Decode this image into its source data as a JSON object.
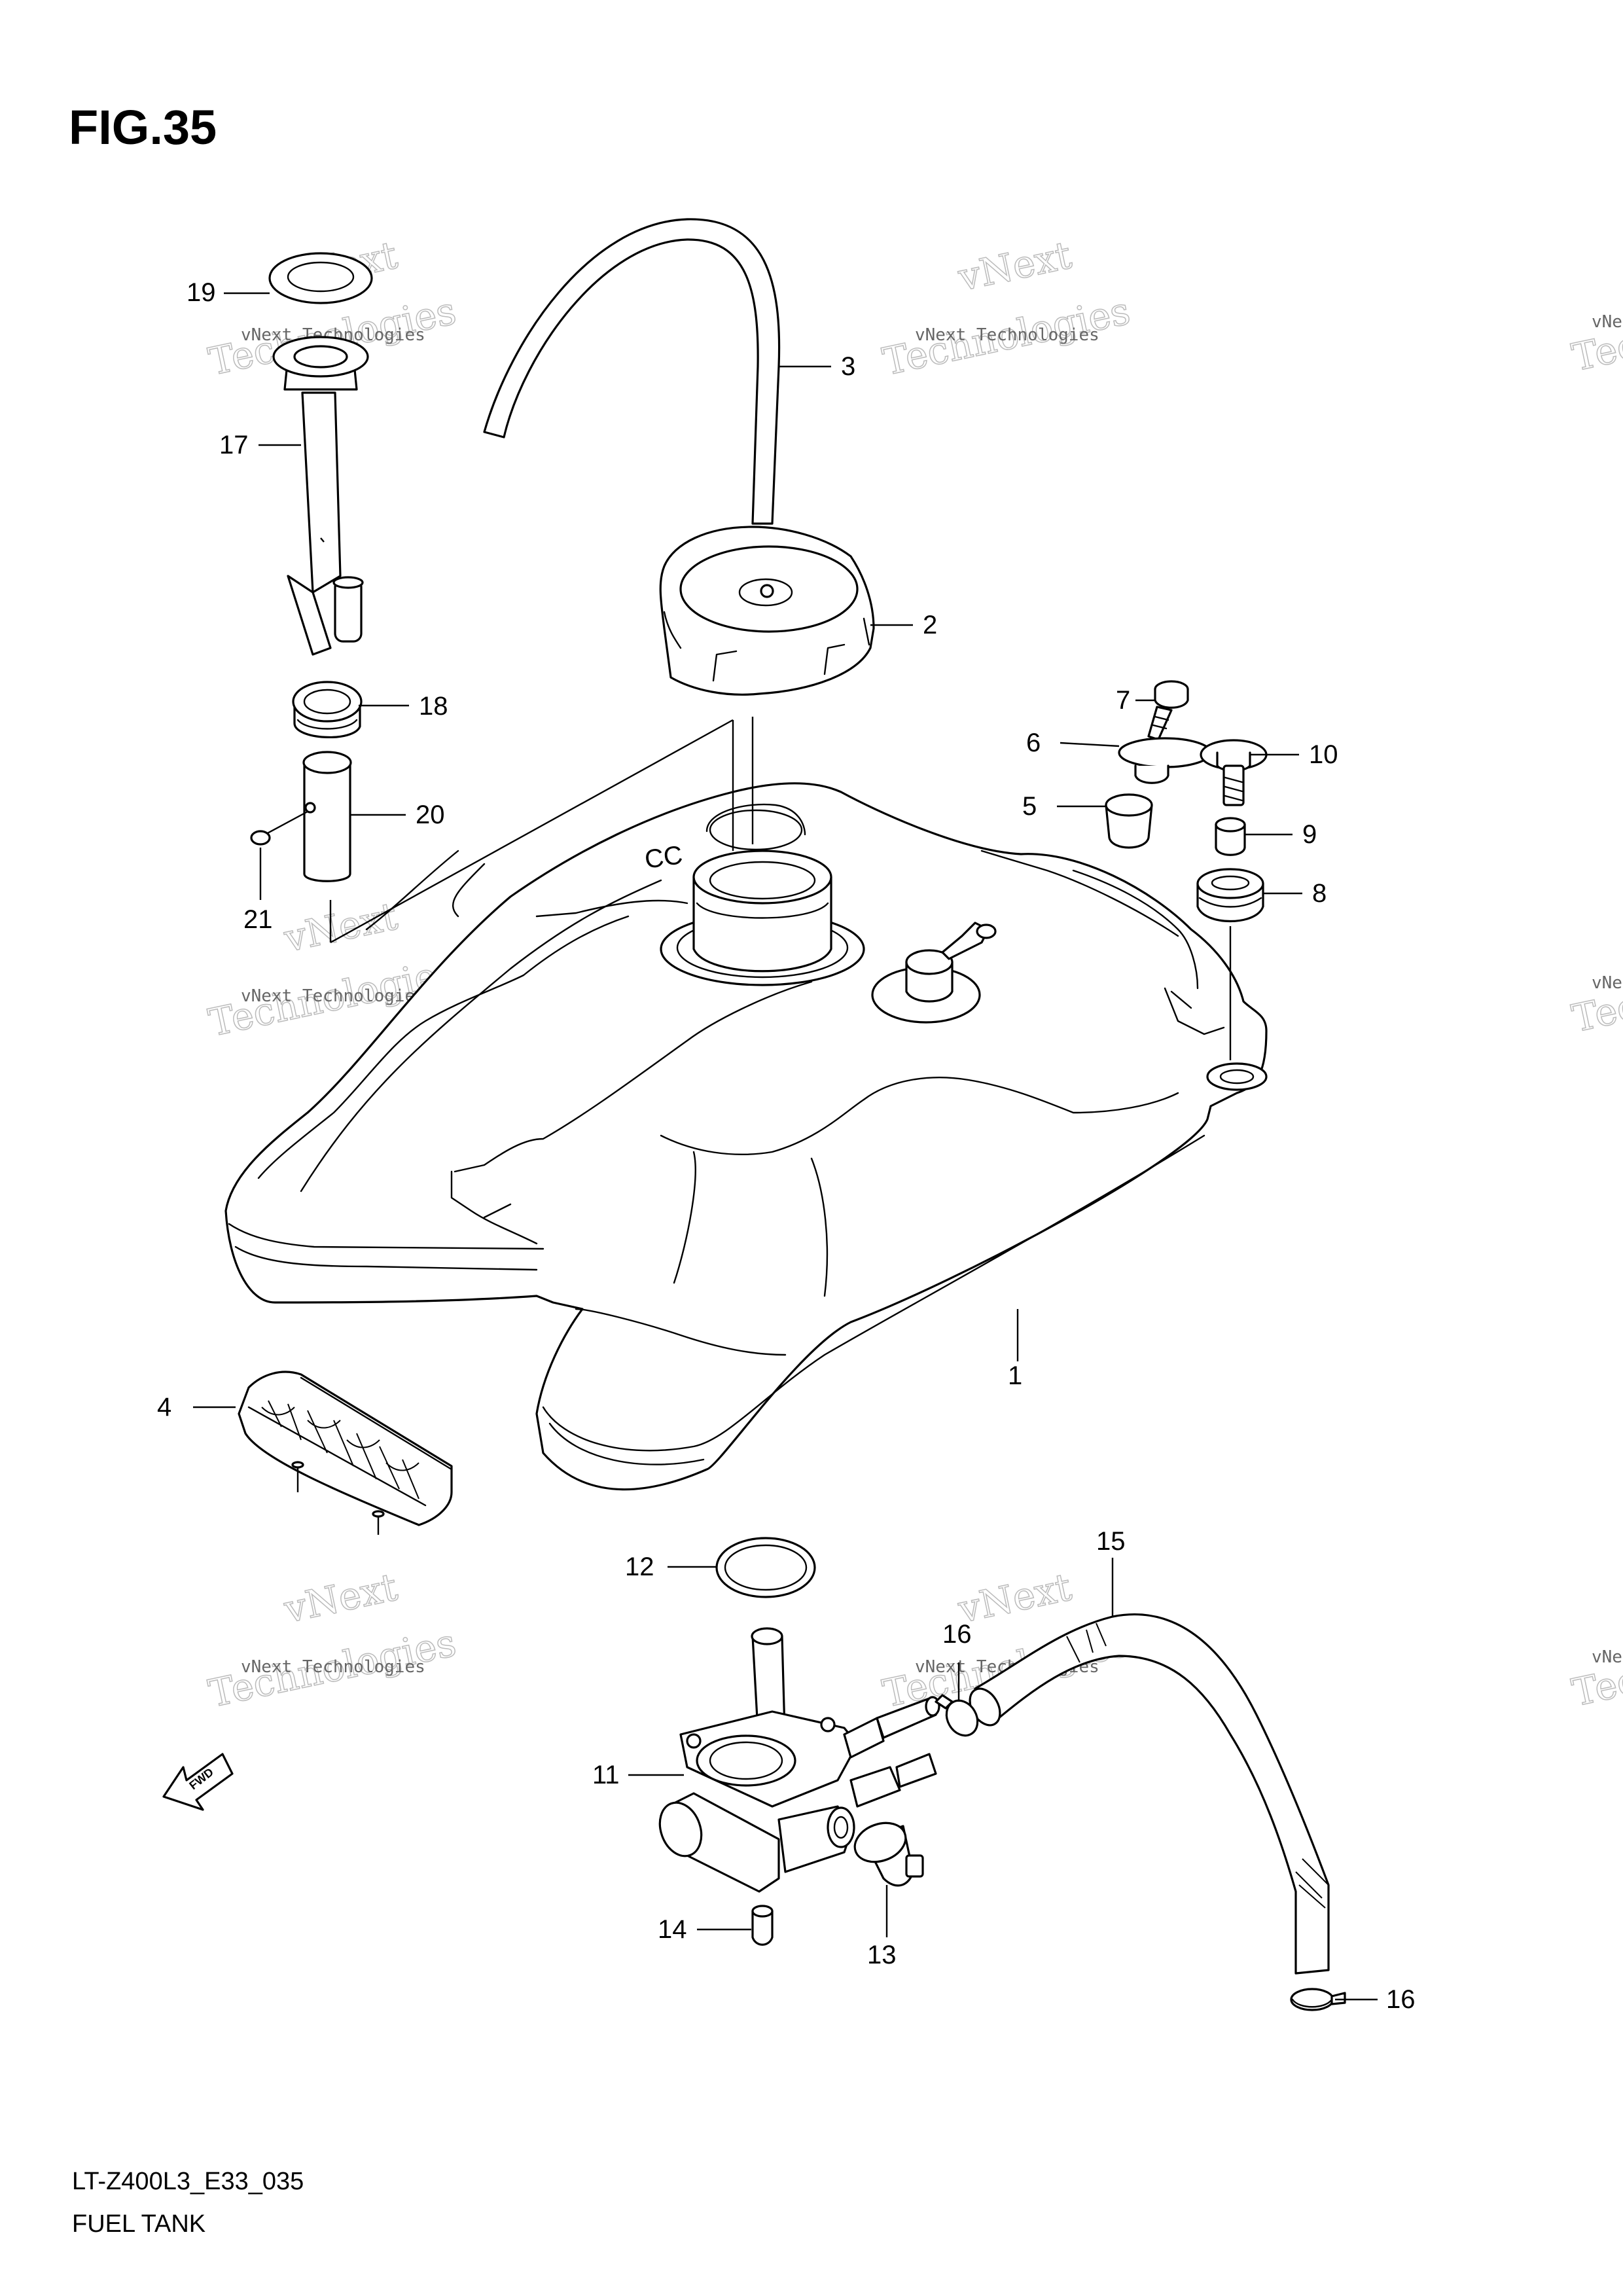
{
  "figure": {
    "title": "FIG.35"
  },
  "footer": {
    "code": "LT-Z400L3_E33_035",
    "caption": "FUEL TANK"
  },
  "watermark": {
    "line1": "vNext Technologies",
    "line2": "vNext",
    "line3": "Technologies"
  },
  "tank_mark": "CC",
  "fwd_label": "FWD",
  "callouts": {
    "p1": "1",
    "p2": "2",
    "p3": "3",
    "p4": "4",
    "p5": "5",
    "p6": "6",
    "p7": "7",
    "p8": "8",
    "p9": "9",
    "p10": "10",
    "p11": "11",
    "p12": "12",
    "p13": "13",
    "p14": "14",
    "p15": "15",
    "p16a": "16",
    "p16b": "16",
    "p17": "17",
    "p18": "18",
    "p19": "19",
    "p20": "20",
    "p21": "21"
  }
}
